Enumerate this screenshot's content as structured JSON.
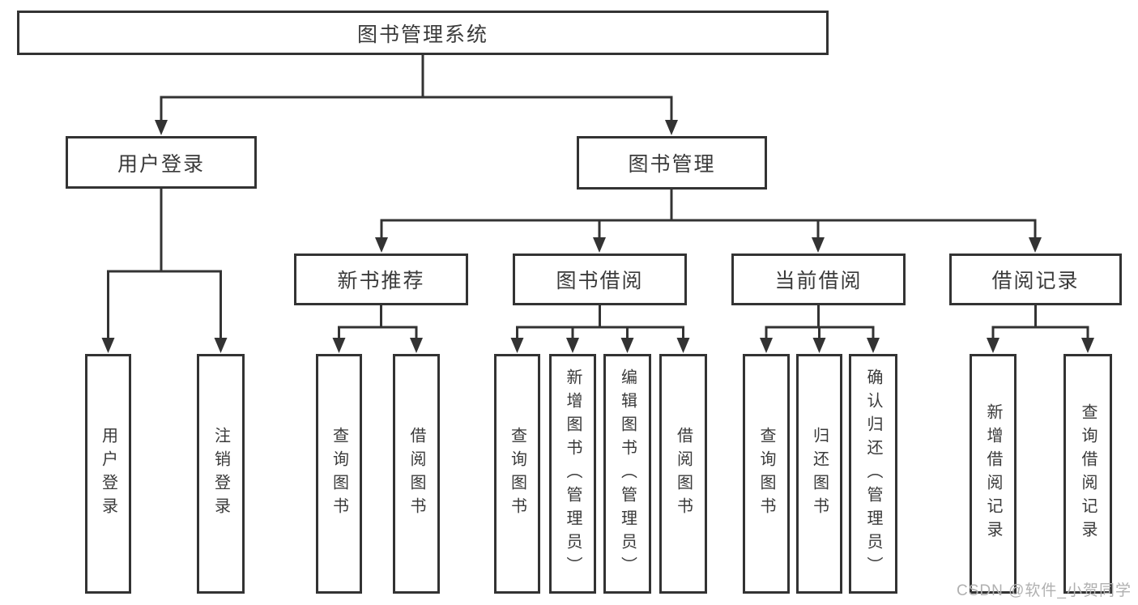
{
  "diagram": {
    "type": "hierarchy-tree",
    "colors": {
      "line": "#333333",
      "box_border": "#333333",
      "text": "#3a3a3a",
      "watermark": "#b0b0b0",
      "background": "#ffffff"
    },
    "tree": {
      "label": "图书管理系统",
      "children": [
        {
          "label": "用户登录",
          "children": [
            {
              "label": "用户登录"
            },
            {
              "label": "注销登录"
            }
          ]
        },
        {
          "label": "图书管理",
          "children": [
            {
              "label": "新书推荐",
              "children": [
                {
                  "label": "查询图书"
                },
                {
                  "label": "借阅图书"
                }
              ]
            },
            {
              "label": "图书借阅",
              "children": [
                {
                  "label": "查询图书"
                },
                {
                  "label": "新增图书（管理员）"
                },
                {
                  "label": "编辑图书（管理员）"
                },
                {
                  "label": "借阅图书"
                }
              ]
            },
            {
              "label": "当前借阅",
              "children": [
                {
                  "label": "查询图书"
                },
                {
                  "label": "归还图书"
                },
                {
                  "label": "确认归还（管理员）"
                }
              ]
            },
            {
              "label": "借阅记录",
              "children": [
                {
                  "label": "新增借阅记录"
                },
                {
                  "label": "查询借阅记录"
                }
              ]
            }
          ]
        }
      ]
    }
  },
  "watermark": {
    "text": "CSDN @软件_小贺同学"
  }
}
